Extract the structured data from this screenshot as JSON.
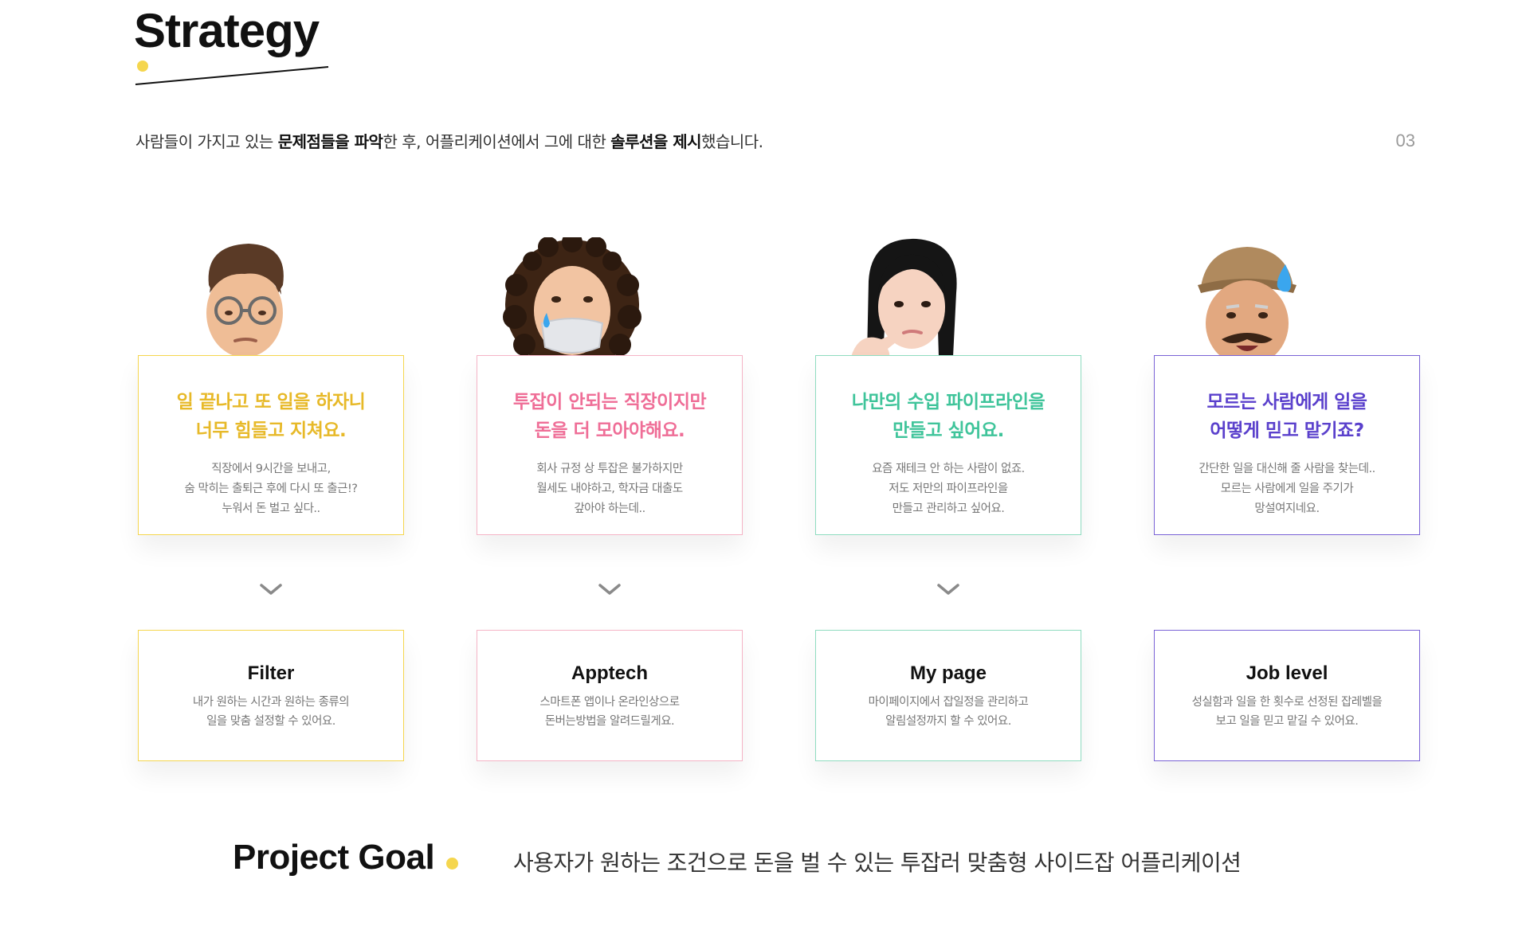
{
  "header": {
    "title": "Strategy",
    "intro": {
      "p1": "사람들이 가지고 있는 ",
      "b1": "문제점들을 파악",
      "p2": "한 후, 어플리케이션에서 그에 대한 ",
      "b2": "솔루션을 제시",
      "p3": "했습니다."
    },
    "page_number": "03"
  },
  "cards": [
    {
      "color": "#f5d64e",
      "text_color": "#e7b928",
      "avatar": "memoji-man-glasses",
      "head": [
        "일 끝나고 또 일을 하자니",
        "너무 힘들고 지쳐요."
      ],
      "sub": [
        "직장에서 9시간을 보내고,",
        "숨 막히는 출퇴근 후에 다시 또 출근!?",
        "누워서 돈 벌고 싶다.."
      ],
      "feature_title": "Filter",
      "feature_sub": [
        "내가 원하는 시간과 원하는 종류의",
        "일을 맞춤 설정할 수 있어요."
      ]
    },
    {
      "color": "#f5b4c6",
      "text_color": "#ef6e97",
      "avatar": "memoji-woman-curly-mask",
      "head": [
        "투잡이 안되는 직장이지만",
        "돈을 더 모아야해요."
      ],
      "sub": [
        "회사 규정 상 투잡은 불가하지만",
        "월세도 내야하고, 학자금 대출도",
        "갚아야 하는데.."
      ],
      "feature_title": "Apptech",
      "feature_sub": [
        "스마트폰 앱이나 온라인상으로",
        "돈버는방법을 알려드릴게요."
      ]
    },
    {
      "color": "#8fdcc0",
      "text_color": "#3fc49a",
      "avatar": "memoji-woman-thinking",
      "head": [
        "나만의 수입 파이프라인을",
        "만들고 싶어요."
      ],
      "sub": [
        "요즘 재테크 안 하는 사람이 없죠.",
        "저도 저만의 파이프라인을",
        "만들고 관리하고 싶어요."
      ],
      "feature_title": "My page",
      "feature_sub": [
        "마이페이지에서 잡일정을 관리하고",
        "알림설정까지 할 수 있어요."
      ]
    },
    {
      "color": "#7a63d6",
      "text_color": "#5a40cc",
      "avatar": "memoji-old-man-cap",
      "head": [
        "모르는 사람에게 일을",
        "어떻게 믿고 맡기죠?"
      ],
      "sub": [
        "간단한 일을 대신해 줄 사람을 찾는데..",
        "모르는 사람에게 일을 주기가",
        "망설여지네요."
      ],
      "feature_title": "Job level",
      "feature_sub": [
        "성실함과 일을 한 횟수로 선정된 잡레벨을",
        "보고  일을 믿고 맡길 수 있어요."
      ]
    }
  ],
  "goal": {
    "title": "Project Goal",
    "text": "사용자가 원하는 조건으로 돈을 벌 수 있는 투잡러 맞춤형 사이드잡 어플리케이션"
  },
  "accent": "#f5d64e"
}
